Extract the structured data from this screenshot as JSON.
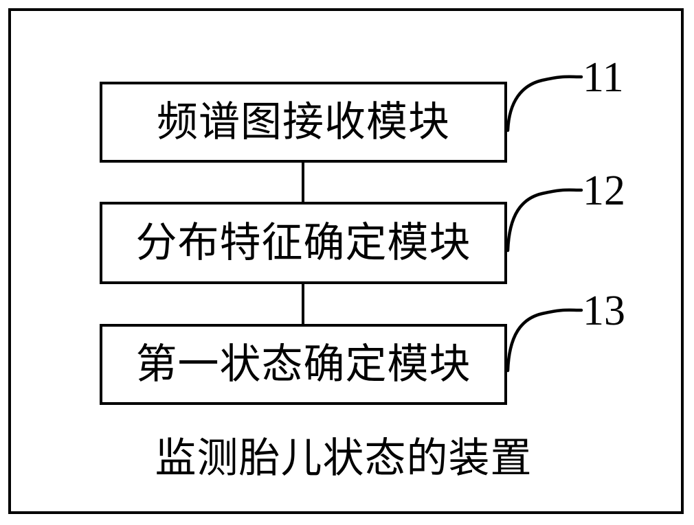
{
  "figure": {
    "modules": [
      {
        "label": "频谱图接收模块",
        "ref": "11"
      },
      {
        "label": "分布特征确定模块",
        "ref": "12"
      },
      {
        "label": "第一状态确定模块",
        "ref": "13"
      }
    ],
    "caption": "监测胎儿状态的装置",
    "colors": {
      "ink": "#000000",
      "background": "#ffffff"
    }
  }
}
